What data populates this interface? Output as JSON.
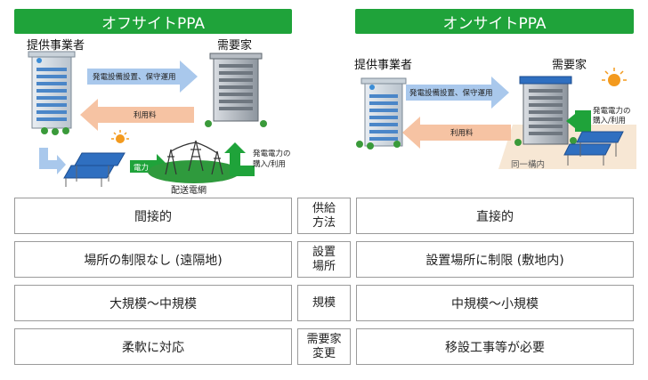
{
  "offsite": {
    "title": "オフサイトPPA",
    "provider_label": "提供事業者",
    "consumer_label": "需要家",
    "operation_arrow": "発電設備設置、保守運用",
    "fee_arrow": "利用料",
    "power_label": "電力",
    "grid_label": "配送電網",
    "purchase_label_1": "発電電力の",
    "purchase_label_2": "購入/利用"
  },
  "onsite": {
    "title": "オンサイトPPA",
    "provider_label": "提供事業者",
    "consumer_label": "需要家",
    "operation_arrow": "発電設備設置、保守運用",
    "fee_arrow": "利用料",
    "purchase_label_1": "発電電力の",
    "purchase_label_2": "購入/利用",
    "premises_label": "同一構内"
  },
  "comparison": [
    {
      "category_line1": "供給",
      "category_line2": "方法",
      "offsite": "間接的",
      "onsite": "直接的"
    },
    {
      "category_line1": "設置",
      "category_line2": "場所",
      "offsite": "場所の制限なし (遠隔地)",
      "onsite": "設置場所に制限 (敷地内)"
    },
    {
      "category_line1": "規模",
      "category_line2": "",
      "offsite": "大規模～中規模",
      "onsite": "中規模～小規模"
    },
    {
      "category_line1": "需要家",
      "category_line2": "変更",
      "offsite": "柔軟に対応",
      "onsite": "移設工事等が必要"
    }
  ],
  "colors": {
    "green": "#1fa33a",
    "blue_arrow": "#a9c8ec",
    "orange_arrow": "#f6c3a3",
    "premises_bg": "#f7e7d4"
  }
}
